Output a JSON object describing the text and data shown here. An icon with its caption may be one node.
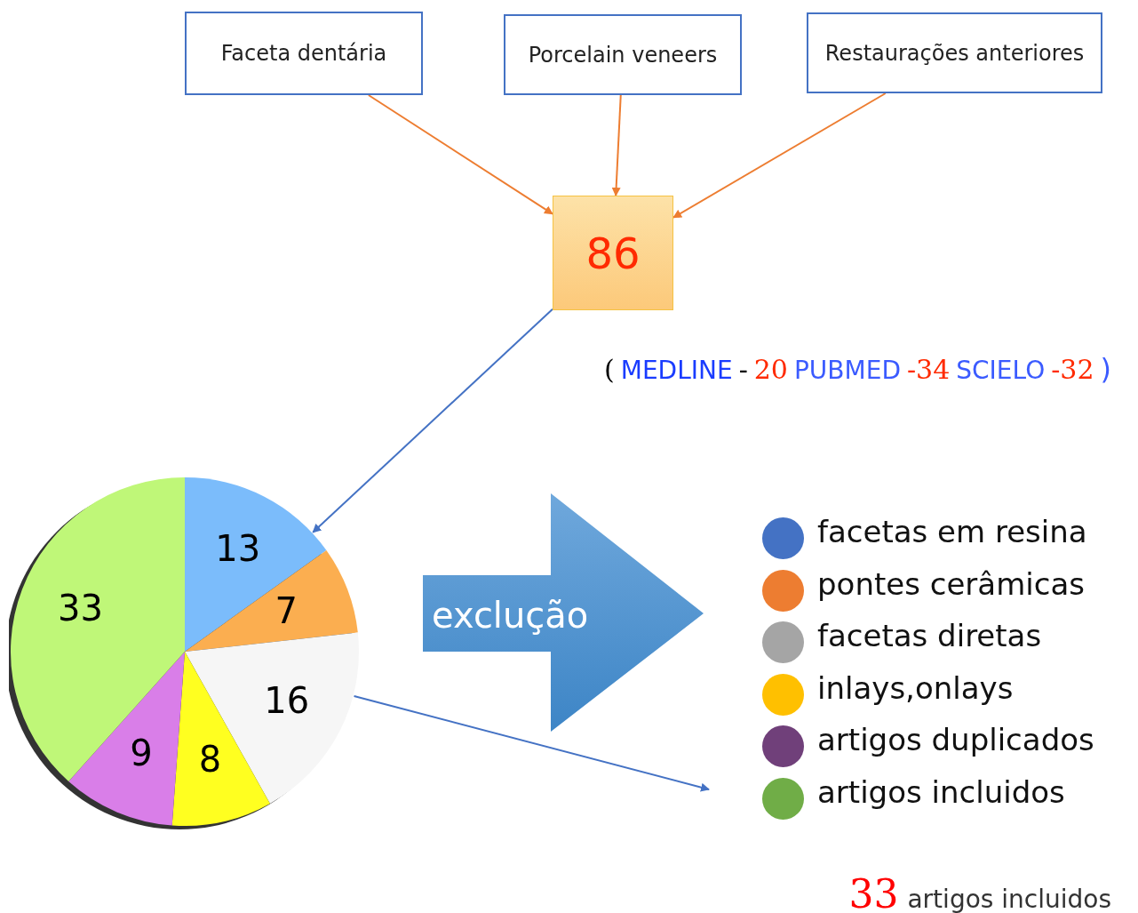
{
  "diagram": {
    "nodes": [
      {
        "text": [
          "Faceta dentária"
        ]
      },
      {
        "text": [
          "Porcelain veneers"
        ]
      },
      {
        "text": [
          "Restaurações anteriores"
        ]
      },
      {
        "text": [
          "86"
        ]
      },
      {
        "text": [],
        "shape": "circle"
      },
      {
        "text": [
          "exclução"
        ]
      }
    ],
    "edges": [
      {
        "from": 0,
        "to": 3,
        "arrow": "to"
      },
      {
        "from": 1,
        "to": 3,
        "arrow": "to"
      },
      {
        "from": 2,
        "to": 3,
        "arrow": "to"
      },
      {
        "from": 3,
        "to": 4,
        "arrow": "to",
        "color": "#4472c4"
      },
      {
        "from": 4,
        "to": null,
        "arrow": "to",
        "color": "#4472c4"
      }
    ],
    "labels": [
      "(",
      "MEDLINE",
      "-",
      "20",
      "PUBMED",
      "-34",
      "SCIELO",
      "-32",
      ")",
      "33",
      "artigos incluidos"
    ],
    "legend": [
      {
        "text": "facetas em resina",
        "color": "#4472c4"
      },
      {
        "text": "pontes cerâmicas",
        "color": "#ed7d31"
      },
      {
        "text": "facetas diretas",
        "color": "#a5a5a5"
      },
      {
        "text": "inlays,onlays",
        "color": "#ffc000"
      },
      {
        "text": "artigos duplicados",
        "color": "#70407a"
      },
      {
        "text": "artigos incluidos",
        "color": "#70ad47"
      }
    ],
    "chart_data": {
      "type": "pie",
      "series": [
        {
          "values": [
            13,
            7,
            16,
            8,
            9,
            33
          ]
        }
      ],
      "data_labels": true
    }
  }
}
